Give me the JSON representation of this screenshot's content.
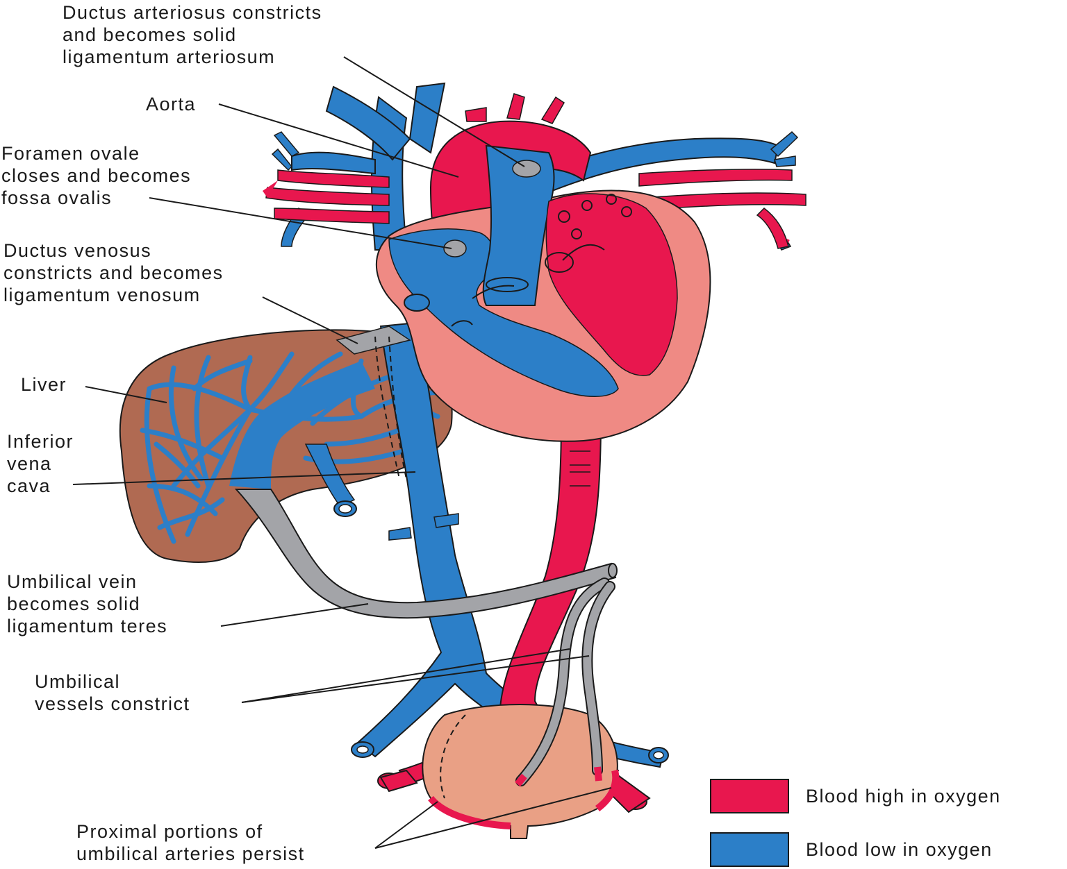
{
  "labels": {
    "ductus_arteriosus": [
      "Ductus arteriosus constricts",
      "and becomes solid",
      "ligamentum arteriosum"
    ],
    "aorta": [
      "Aorta"
    ],
    "foramen_ovale": [
      "Foramen ovale",
      "closes and becomes",
      "fossa ovalis"
    ],
    "ductus_venosus": [
      "Ductus venosus",
      "constricts and becomes",
      "ligamentum venosum"
    ],
    "liver": [
      "Liver"
    ],
    "ivc": [
      "Inferior",
      "vena",
      "cava"
    ],
    "umbilical_vein": [
      "Umbilical vein",
      "becomes solid",
      "ligamentum teres"
    ],
    "umbilical_vessels": [
      "Umbilical",
      "vessels constrict"
    ],
    "umbilical_arteries": [
      "Proximal portions of",
      "umbilical arteries persist"
    ]
  },
  "legend": [
    {
      "label": "Blood high in oxygen",
      "color": "#e8174e"
    },
    {
      "label": "Blood low in oxygen",
      "color": "#2c7fc8"
    }
  ],
  "colors": {
    "oxygen_high": "#e8174e",
    "oxygen_low": "#2c7fc8",
    "ligament": "#a3a4a8",
    "heart_wall": "#ef8a84",
    "liver": "#b06a52",
    "bladder": "#e9a085"
  }
}
